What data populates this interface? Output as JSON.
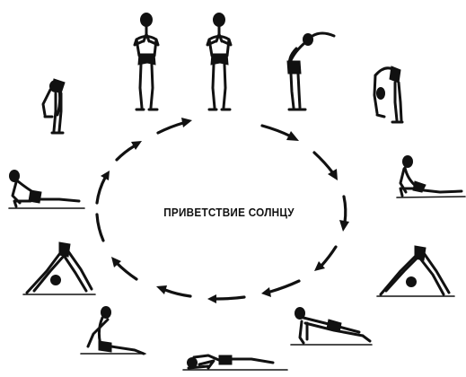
{
  "diagram": {
    "title": "ПРИВЕТСТВИЕ СОЛНЦУ",
    "poses": [
      {
        "id": "prayer-1"
      },
      {
        "id": "prayer-2"
      },
      {
        "id": "raised-arms-backbend"
      },
      {
        "id": "standing-forward-bend"
      },
      {
        "id": "lunge-right"
      },
      {
        "id": "downward-dog-right"
      },
      {
        "id": "plank"
      },
      {
        "id": "eight-point-prostration"
      },
      {
        "id": "cobra"
      },
      {
        "id": "downward-dog-left"
      },
      {
        "id": "lunge-left"
      },
      {
        "id": "standing-forward-bend-left"
      }
    ],
    "flow_direction": "clockwise",
    "line_color": "#111111",
    "background_color": "#ffffff"
  }
}
